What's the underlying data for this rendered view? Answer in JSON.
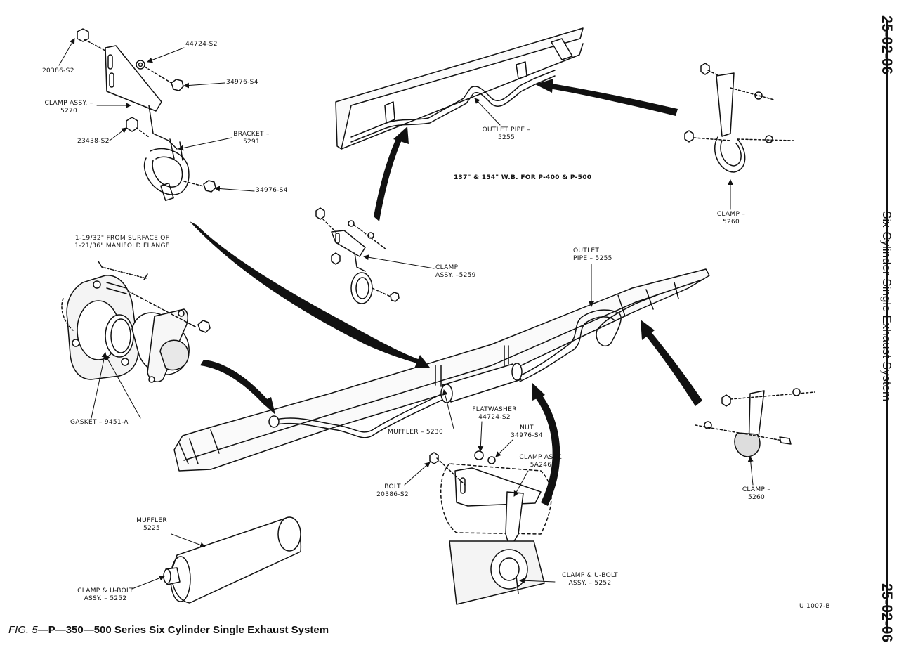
{
  "page": {
    "number_top": "25-02-06",
    "number_bottom": "25-02-06",
    "section_title": "Six-Cylinder Single Exhaust System",
    "figure_code": "U 1007-B"
  },
  "caption": {
    "fig": "FIG. 5",
    "text": "—P—350—500 Series Six Cylinder Single Exhaust System"
  },
  "labels": {
    "bolt_20386_top": "20386-S2",
    "washer_44724_top": "44724-S2",
    "nut_34976_top": "34976-S4",
    "clamp_assy_5270": [
      "CLAMP ASSY. –",
      "5270"
    ],
    "bolt_23438": "23438-S2",
    "bracket_5291": [
      "BRACKET –",
      "5291"
    ],
    "nut_34976_lower": "34976-S4",
    "outlet_pipe_upper": [
      "OUTLET PIPE –",
      "5255"
    ],
    "wheelbase_note": "137\" & 154\" W.B. FOR P-400 & P-500",
    "clamp_5260_upper": [
      "CLAMP –",
      "5260"
    ],
    "manifold_note": [
      "1-19/32\" FROM SURFACE OF",
      "1-21/36\" MANIFOLD FLANGE"
    ],
    "clamp_assy_5259": [
      "CLAMP",
      "ASSY. –5259"
    ],
    "outlet_pipe_main": [
      "OUTLET",
      "PIPE – 5255"
    ],
    "gasket": "GASKET – 9451-A",
    "flatwasher": [
      "FLATWASHER",
      "44724-S2"
    ],
    "nut_detail": [
      "NUT",
      "34976-S4"
    ],
    "clamp_assy_5a246": [
      "CLAMP ASSY.",
      "5A246"
    ],
    "muffler_5230": "MUFFLER – 5230",
    "bolt_detail": [
      "BOLT",
      "20386-S2"
    ],
    "clamp_5260_lower": [
      "CLAMP –",
      "5260"
    ],
    "muffler_5225": [
      "MUFFLER",
      "5225"
    ],
    "clamp_ubolt_left": [
      "CLAMP & U-BOLT",
      "ASSY. – 5252"
    ],
    "clamp_ubolt_right": [
      "CLAMP & U-BOLT",
      "ASSY. – 5252"
    ]
  }
}
